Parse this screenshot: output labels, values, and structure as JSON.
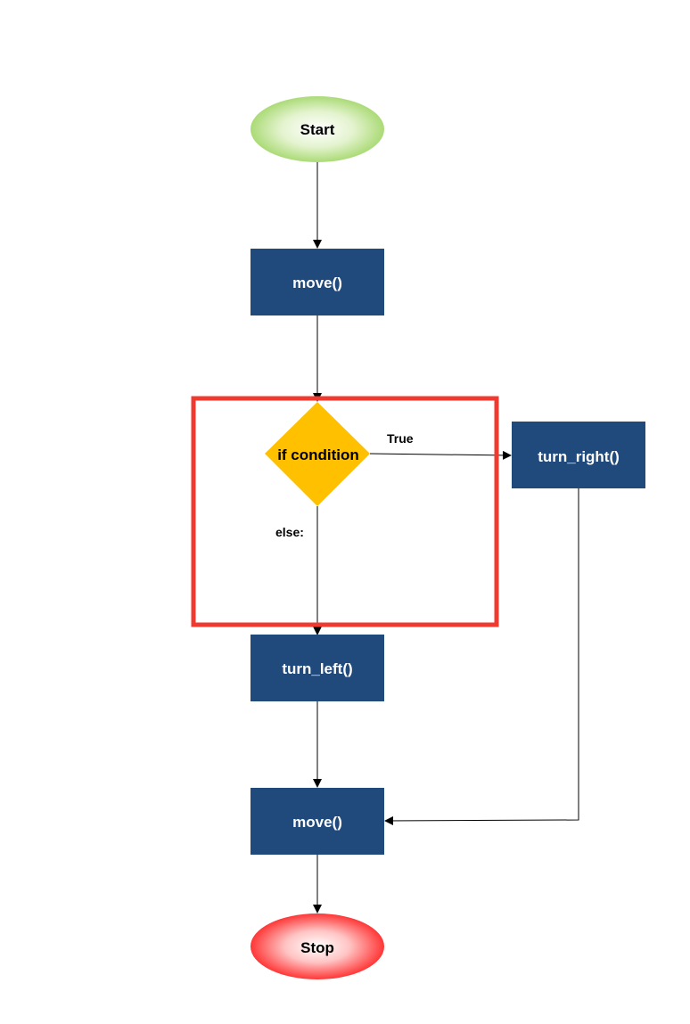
{
  "nodes": {
    "start": {
      "label": "Start",
      "shape": "ellipse"
    },
    "move_1": {
      "label": "move()",
      "shape": "rectangle"
    },
    "condition": {
      "label": "if condition",
      "shape": "diamond"
    },
    "turn_right": {
      "label": "turn_right()",
      "shape": "rectangle"
    },
    "turn_left": {
      "label": "turn_left()",
      "shape": "rectangle"
    },
    "move_2": {
      "label": "move()",
      "shape": "rectangle"
    },
    "stop": {
      "label": "Stop",
      "shape": "ellipse"
    }
  },
  "edges": [
    {
      "from": "start",
      "to": "move_1",
      "label": ""
    },
    {
      "from": "move_1",
      "to": "condition",
      "label": ""
    },
    {
      "from": "condition",
      "to": "turn_right",
      "label": "True"
    },
    {
      "from": "condition",
      "to": "turn_left",
      "label": "else:"
    },
    {
      "from": "turn_left",
      "to": "move_2",
      "label": ""
    },
    {
      "from": "turn_right",
      "to": "move_2",
      "label": ""
    },
    {
      "from": "move_2",
      "to": "stop",
      "label": ""
    }
  ],
  "edge_labels": {
    "true_label": "True",
    "else_label": "else:"
  },
  "colors": {
    "process_fill": "#214a7c",
    "process_text": "#ffffff",
    "decision_fill": "#ffc000",
    "start_fill": "#92d050",
    "stop_fill": "#ff0000",
    "highlight_border": "#f03a30"
  }
}
